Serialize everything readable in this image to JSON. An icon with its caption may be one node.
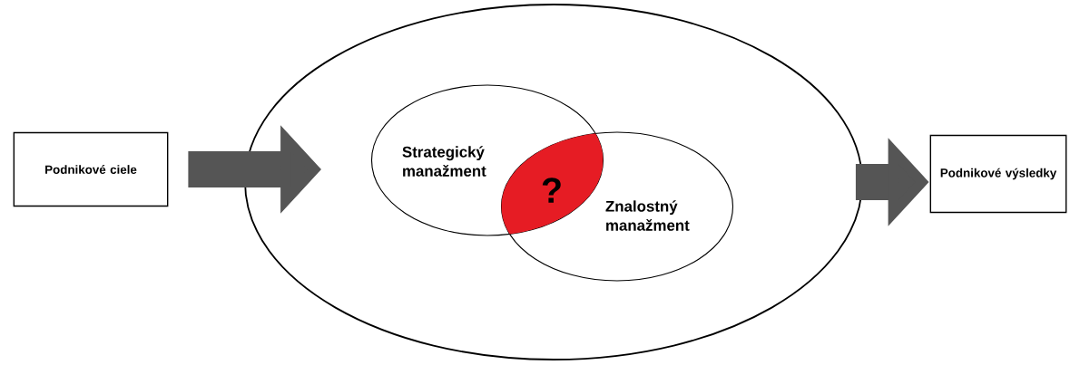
{
  "diagram": {
    "nodes": [
      {
        "text": [
          "Podnikové ciele"
        ]
      },
      {
        "text": [],
        "shape": "ellipse"
      },
      {
        "text": [
          "Strategický manažment"
        ],
        "in": 1
      },
      {
        "text": [
          "Znalostný manažment"
        ],
        "in": 1
      },
      {
        "text": [
          "?"
        ]
      },
      {
        "text": [
          "Podnikové výsledky"
        ]
      }
    ],
    "edges": [
      {
        "from": 0,
        "to": 1,
        "arrow": "to"
      },
      {
        "from": 1,
        "to": 5,
        "arrow": "to"
      }
    ]
  }
}
